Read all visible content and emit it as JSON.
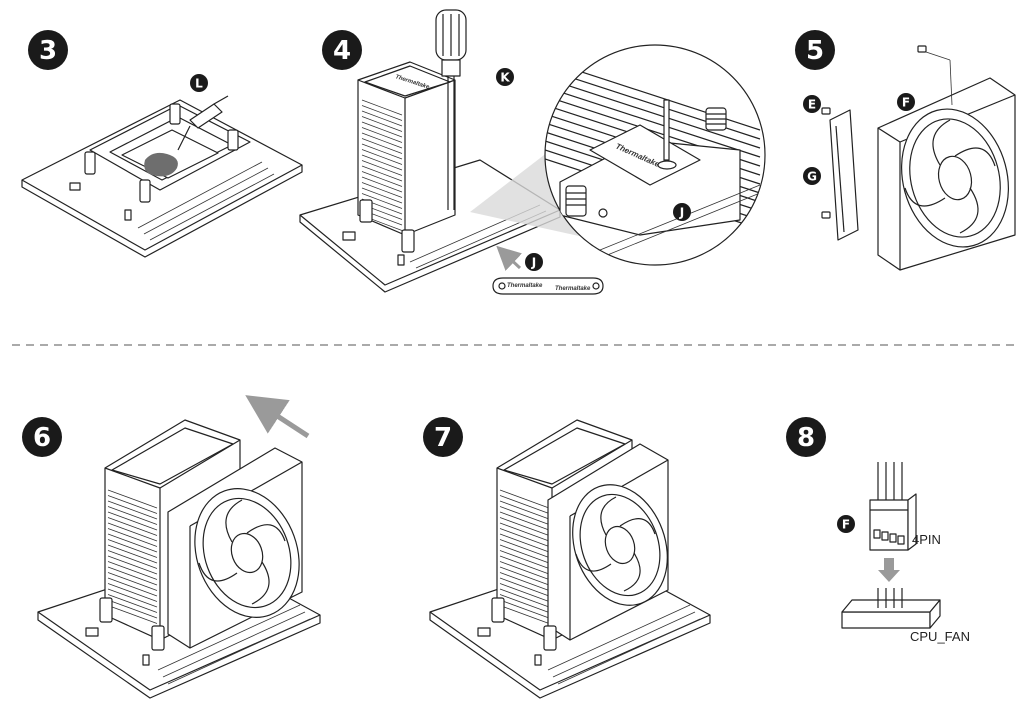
{
  "steps": [
    {
      "number": "3",
      "badges": [
        "L"
      ]
    },
    {
      "number": "4",
      "badges": [
        "K",
        "J",
        "J"
      ]
    },
    {
      "number": "5",
      "badges": [
        "E",
        "F",
        "G"
      ]
    },
    {
      "number": "6",
      "badges": []
    },
    {
      "number": "7",
      "badges": []
    },
    {
      "number": "8",
      "badges": [
        "F"
      ]
    }
  ],
  "labels": {
    "pin_label": "4PIN",
    "header_label": "CPU_FAN",
    "brand_text": "Thermaltake"
  },
  "colors": {
    "line": "#222222",
    "badge_fill": "#1a1a1a",
    "divider": "#777777",
    "arrow": "#9a9a9a",
    "paste": "#6e6e6e"
  }
}
